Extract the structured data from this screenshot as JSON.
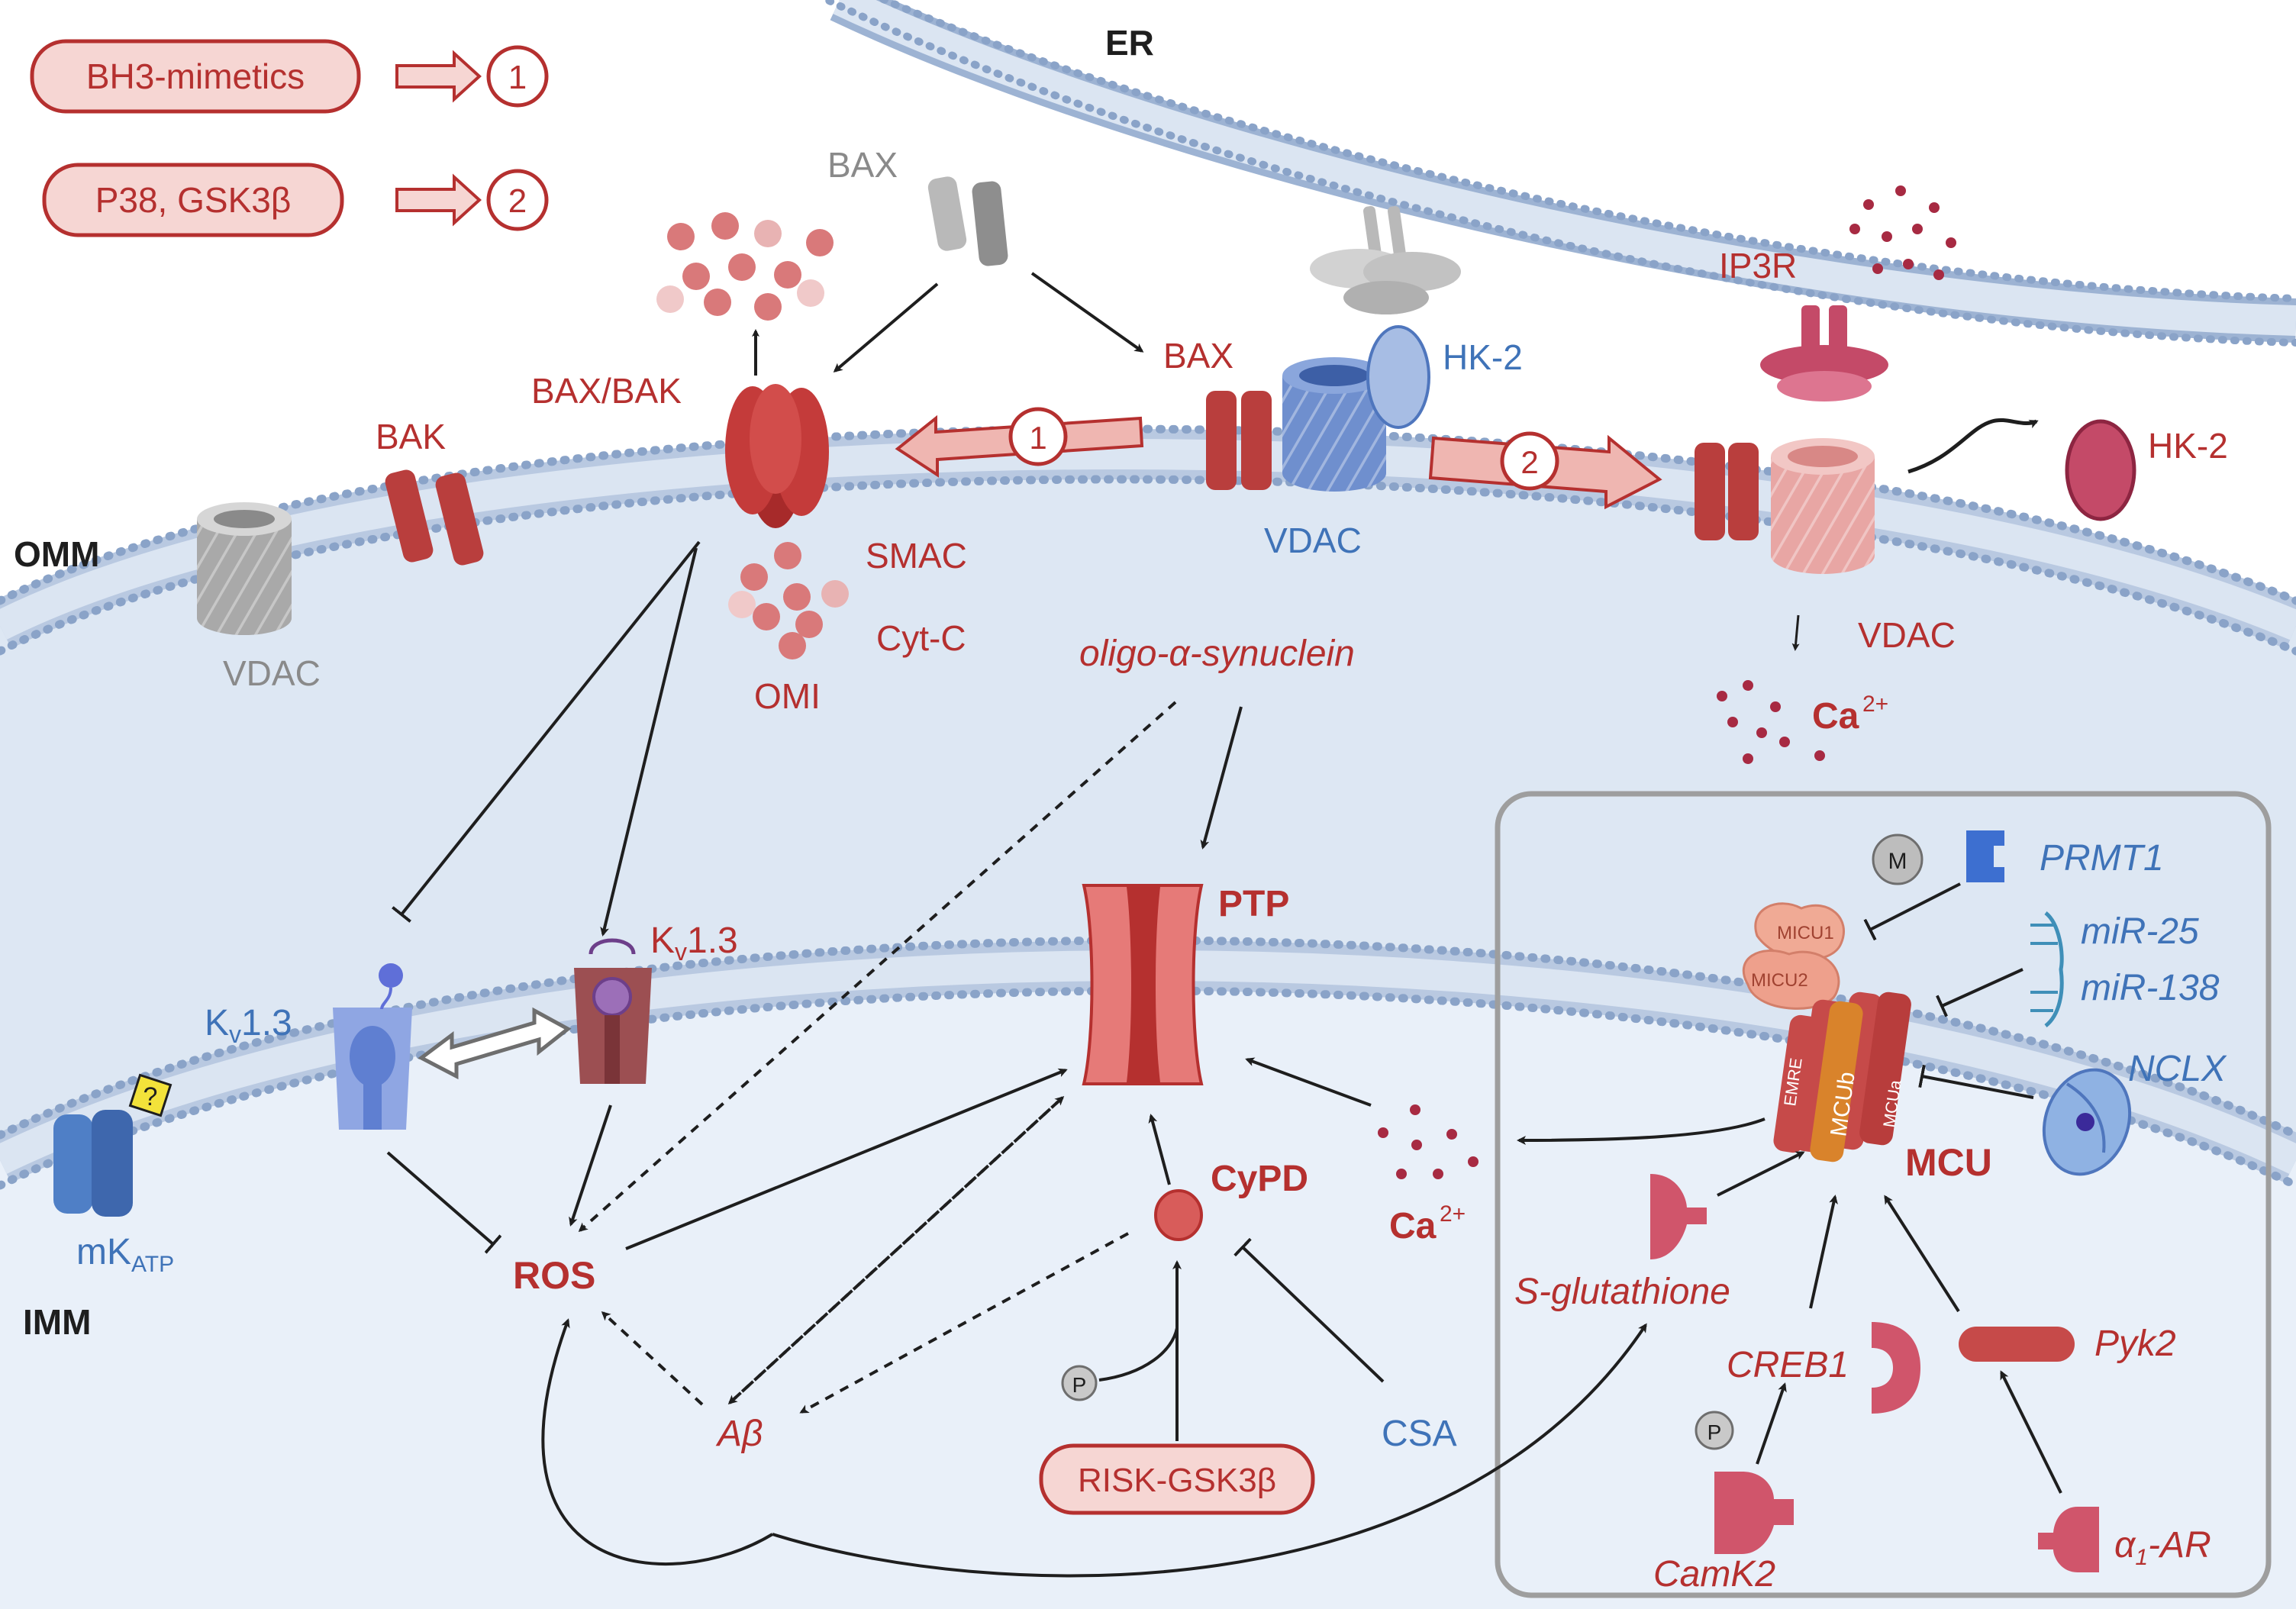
{
  "legend": {
    "bh3": "BH3-mimetics",
    "p38": "P38, GSK3β",
    "num1": "1",
    "num2": "2"
  },
  "labels": {
    "er": "ER",
    "omm": "OMM",
    "imm": "IMM",
    "bax_top": "BAX",
    "bax_right": "BAX",
    "bax_bak": "BAX/BAK",
    "bak": "BAK",
    "hk2_top": "HK-2",
    "hk2_right": "HK-2",
    "ip3r": "IP3R",
    "vdac_left": "VDAC",
    "vdac_center": "VDAC",
    "vdac_right": "VDAC",
    "smac": "SMAC",
    "cytc": "Cyt-C",
    "omi": "OMI",
    "ca_top": "Ca",
    "ca_mid": "Ca",
    "ca_sup": "2+",
    "synuclein": "oligo-α-synuclein",
    "ptp": "PTP",
    "kv_left_main": "K",
    "kv_left_sub": "v",
    "kv_left_rest": "1.3",
    "kv_mid_main": "K",
    "kv_mid_sub": "v",
    "kv_mid_rest": "1.3",
    "mkatp_main": "mK",
    "mkatp_sub": "ATP",
    "question": "?",
    "ros": "ROS",
    "cypd": "CyPD",
    "abeta": "Aβ",
    "csa": "CSA",
    "risk": "RISK-GSK3β",
    "p_small": "P",
    "m_small": "M",
    "prmt1": "PRMT1",
    "mir25": "miR-25",
    "mir138": "miR-138",
    "nclx": "NCLX",
    "micu1": "MICU1",
    "micu2": "MICU2",
    "emre": "EMRE",
    "mcub": "MCUb",
    "mcua": "MCUa",
    "mcu": "MCU",
    "sglut": "S-glutathione",
    "creb1": "CREB1",
    "pyk2": "Pyk2",
    "camk2": "CamK2",
    "a1ar_main": "α",
    "a1ar_sub": "1",
    "a1ar_rest": "-AR"
  },
  "colors": {
    "red_text": "#b5302f",
    "blue_text": "#3f73b8",
    "gray_text": "#8a8a8a",
    "membrane_dot": "#8aa3c8",
    "membrane_fill": "#dbe5f2",
    "matrix_fill": "#e7eef8",
    "pill_fill": "#f6d6d3",
    "pill_stroke": "#b5302f"
  }
}
